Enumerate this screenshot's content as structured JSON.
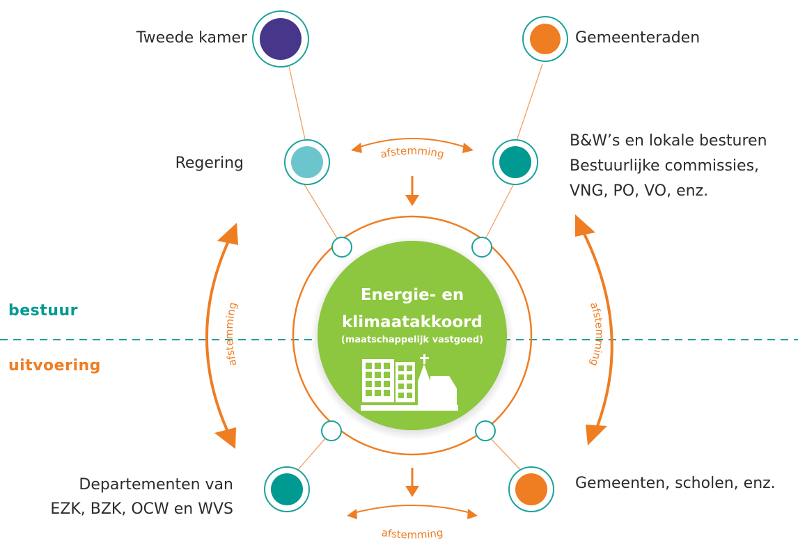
{
  "colors": {
    "teal": "#009a93",
    "orange": "#ef7d22",
    "purple": "#48368a",
    "light_teal": "#6cc5cd",
    "green": "#8dc63f",
    "line_orange": "#f0a060"
  },
  "nodes": {
    "tweede_kamer": "Tweede kamer",
    "gemeenteraden": "Gemeenteraden",
    "regering": "Regering",
    "bw_line1": "B&W’s en lokale besturen",
    "bw_line2": "Bestuurlijke commissies,",
    "bw_line3": "VNG, PO, VO, enz.",
    "departementen_line1": "Departementen van",
    "departementen_line2": "EZK, BZK, OCW en WVS",
    "gemeenten": "Gemeenten, scholen, enz."
  },
  "center": {
    "title_line1": "Energie- en",
    "title_line2": "klimaatakkoord",
    "subtitle": "(maatschappelijk vastgoed)",
    "icon": "buildings-church-icon"
  },
  "sides": {
    "top": "bestuur",
    "bottom": "uitvoering"
  },
  "arrows": {
    "top_label": "afstemming",
    "left_label": "afstemming",
    "right_label": "afstemming",
    "bottom_label": "afstemming"
  }
}
